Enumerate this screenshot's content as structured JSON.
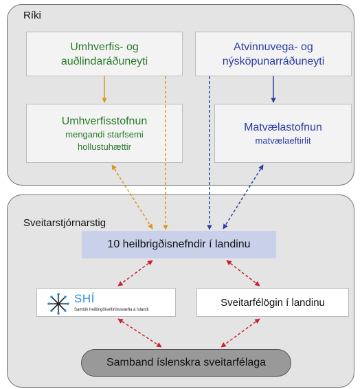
{
  "state": {
    "label": "Ríki",
    "ministry_env": {
      "line1": "Umhverfis- og",
      "line2": "auðlindaráðuneyti"
    },
    "ministry_ind": {
      "line1": "Atvinnuvega- og",
      "line2": "nýsköpunarráðuneyti"
    },
    "env_agency": {
      "title": "Umhverfisstofnun",
      "sub1": "mengandi starfsemi",
      "sub2": "hollustuhættir"
    },
    "food_agency": {
      "title": "Matvælastofnun",
      "sub1": "matvælaeftirlit"
    }
  },
  "municipal": {
    "label": "Sveitarstjórnarstig",
    "committees": "10 heilbrigðisnefndir í landinu",
    "shi": {
      "name": "SHÍ",
      "full": "Samtök heilbrigðiseftirlitssvæða á Íslandi"
    },
    "municipalities": "Sveitarfélögin í landinu",
    "association": "Samband íslenskra sveitarfélaga"
  },
  "colors": {
    "gold": "#d89a14",
    "navy": "#2b3ea3",
    "red": "#c8202d",
    "green_text": "#2a7a2a",
    "committee_fill": "#c9d0ea"
  }
}
